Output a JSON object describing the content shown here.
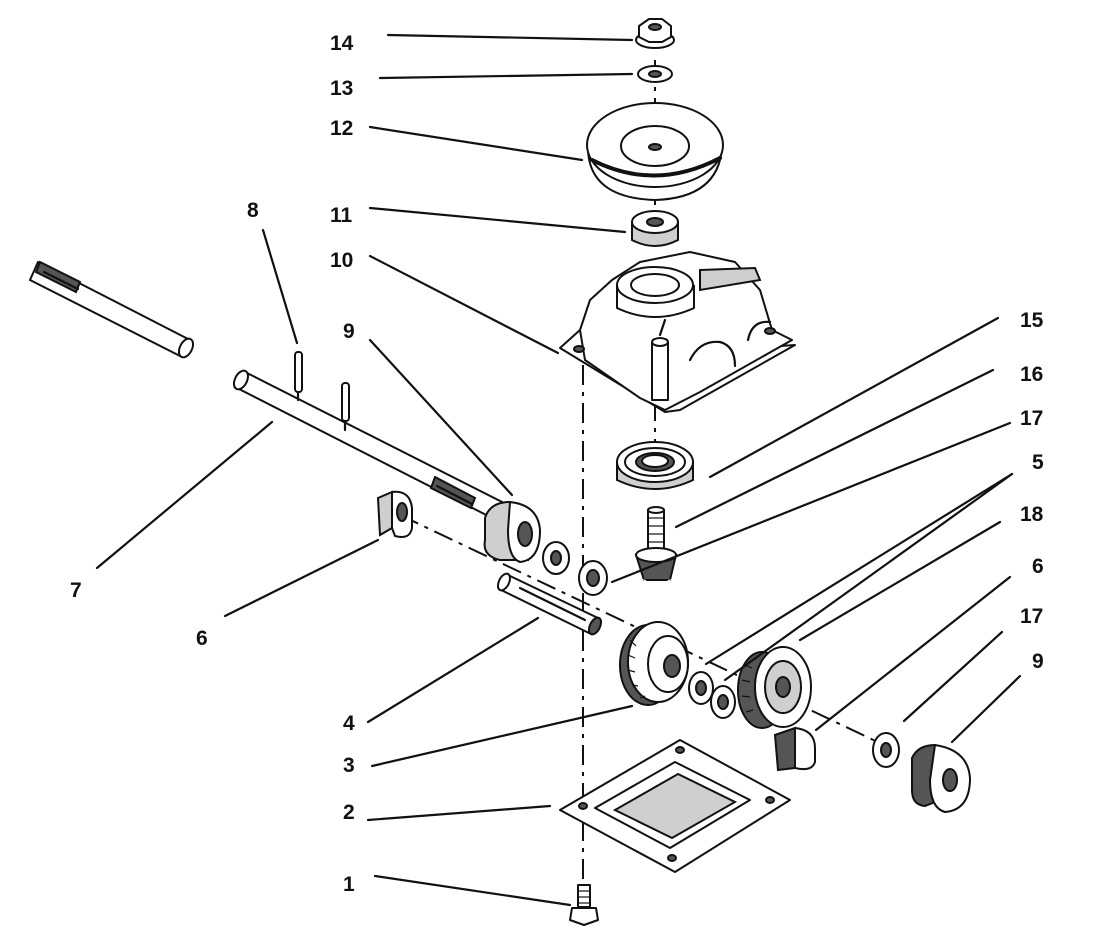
{
  "labels": {
    "l1": "1",
    "l2": "2",
    "l3": "3",
    "l4": "4",
    "l5": "5",
    "l6a": "6",
    "l6b": "6",
    "l7": "7",
    "l8": "8",
    "l9a": "9",
    "l9b": "9",
    "l10": "10",
    "l11": "11",
    "l12": "12",
    "l13": "13",
    "l14": "14",
    "l15": "15",
    "l16": "16",
    "l17a": "17",
    "l17b": "17",
    "l18": "18"
  }
}
